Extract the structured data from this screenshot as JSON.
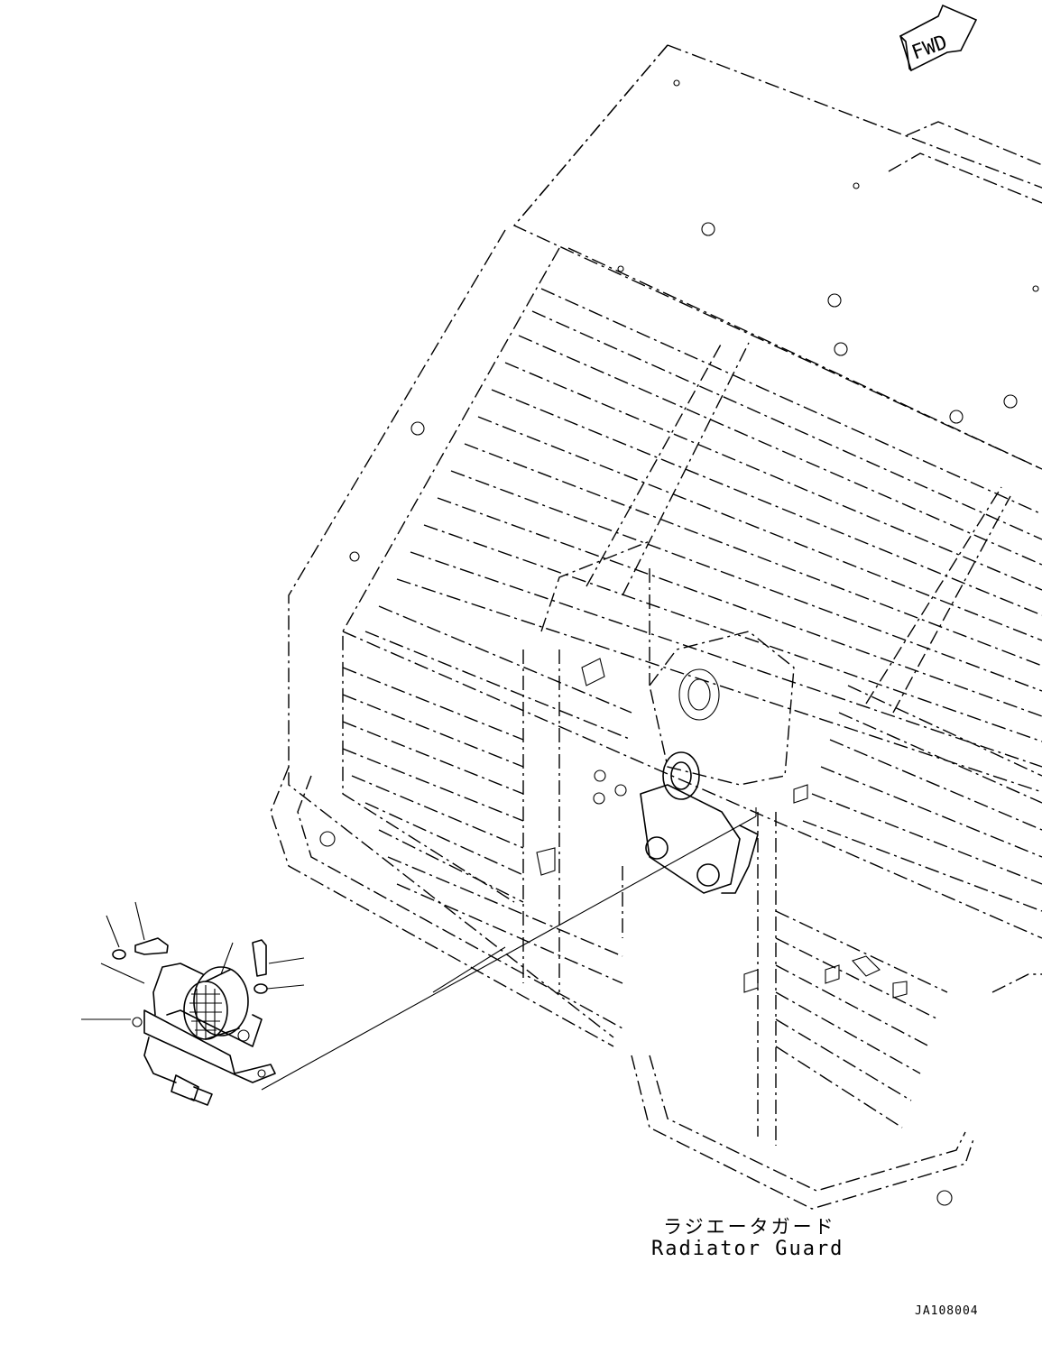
{
  "fwd_label": "FWD",
  "part_caption": {
    "japanese": "ラジエータガード",
    "english": "Radiator Guard"
  },
  "drawing_number": "JA108004",
  "icons": {
    "fwd": "direction-arrow-icon"
  }
}
